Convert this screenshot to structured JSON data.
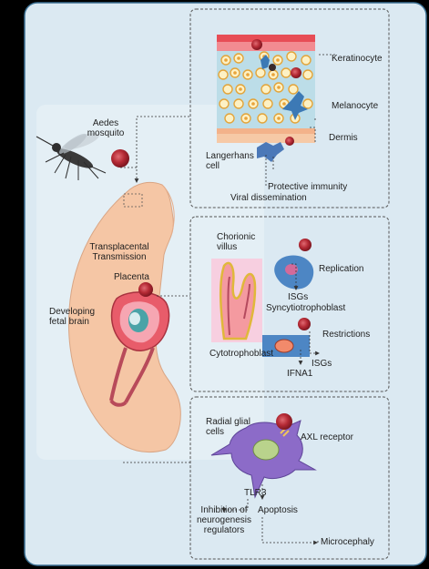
{
  "colors": {
    "outer_background": "#000000",
    "panel_background": "#dbe9f2",
    "panel_border": "#3a6f92",
    "body_skin": "#f5c6a5",
    "virus": "#b52a35",
    "glial_cell": "#8c6bc8"
  },
  "mosquito": {
    "label_line1": "Aedes",
    "label_line2": "mosquito"
  },
  "skin_panel": {
    "keratinocyte": "Keratinocyte",
    "melanocyte": "Melanocyte",
    "dermis": "Dermis",
    "langerhans_line1": "Langerhans",
    "langerhans_line2": "cell",
    "protective_immunity": "Protective immunity",
    "viral_dissemination": "Viral dissemination"
  },
  "maternal": {
    "transplacental_line1": "Transplacental",
    "transplacental_line2": "Transmission",
    "placenta": "Placenta",
    "brain_line1": "Developing",
    "brain_line2": "fetal brain"
  },
  "placenta_panel": {
    "chorionic_line1": "Chorionic",
    "chorionic_line2": "villus",
    "replication": "Replication",
    "isgs_top": "ISGs",
    "syncytiotrophoblast": "Syncytiotrophoblast",
    "restrictions": "Restrictions",
    "cytotrophoblast": "Cytotrophoblast",
    "isgs_bottom": "ISGs",
    "ifna1": "IFNA1"
  },
  "brain_panel": {
    "radial_line1": "Radial glial",
    "radial_line2": "cells",
    "axl_receptor": "AXL receptor",
    "tlr3": "TLR3",
    "inhibition_line1": "Inhibition of",
    "inhibition_line2": "neurogenesis",
    "inhibition_line3": "regulators",
    "apoptosis": "Apoptosis",
    "microcephaly": "Microcephaly"
  }
}
